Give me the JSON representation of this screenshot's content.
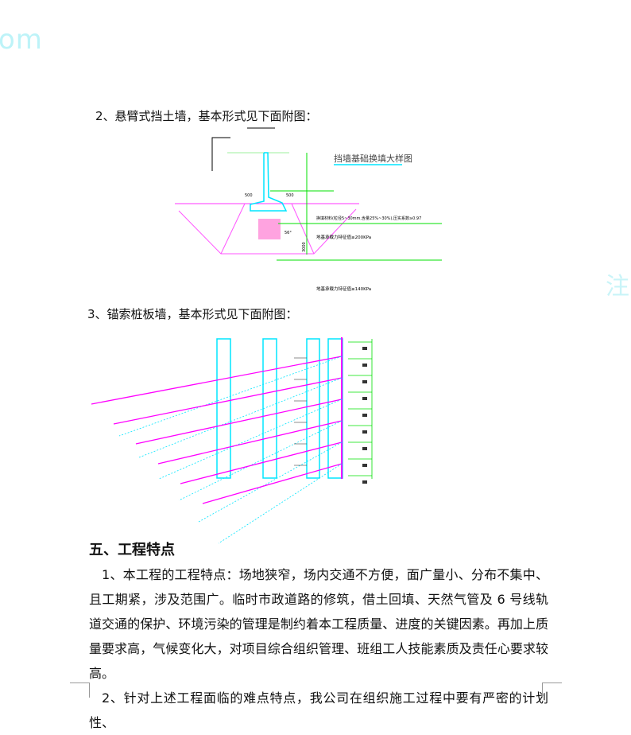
{
  "watermark": "om",
  "edge_mark": "注",
  "captions": {
    "cantilever": "2、悬臂式挡土墙，基本形式见下面附图：",
    "anchor": "3、锚索桩板墙，基本形式见下面附图："
  },
  "figure1": {
    "title": "挡墙基础换填大样图",
    "dim_500": "500",
    "dim_3000": "3000",
    "angle": "56°",
    "note1": "换填材料(粒径5~30mm,含量25%~30%),压实系数≥0.97",
    "note2": "地基承载力特征值≥200KPa",
    "note3": "地基承载力特征值≥140KPa"
  },
  "section": {
    "heading": "五、工程特点",
    "paragraphs": [
      "1、本工程的工程特点：场地狭窄，场内交通不方便，面广量小、分布不集中、且工期紧，涉及范围广。临时市政道路的修筑，借土回填、天然气管及 6 号线轨道交通的保护、环境污染的管理是制约着本工程质量、进度的关键因素。再加上质量要求高，气候变化大，对项目综合组织管理、班组工人技能素质及责任心要求较高。",
      "2、针对上述工程面临的难点特点，我公司在组织施工过程中要有严密的计划性、"
    ]
  },
  "colors": {
    "magenta": "#ff00ff",
    "cyan": "#00e5ff",
    "green": "#00e000"
  }
}
